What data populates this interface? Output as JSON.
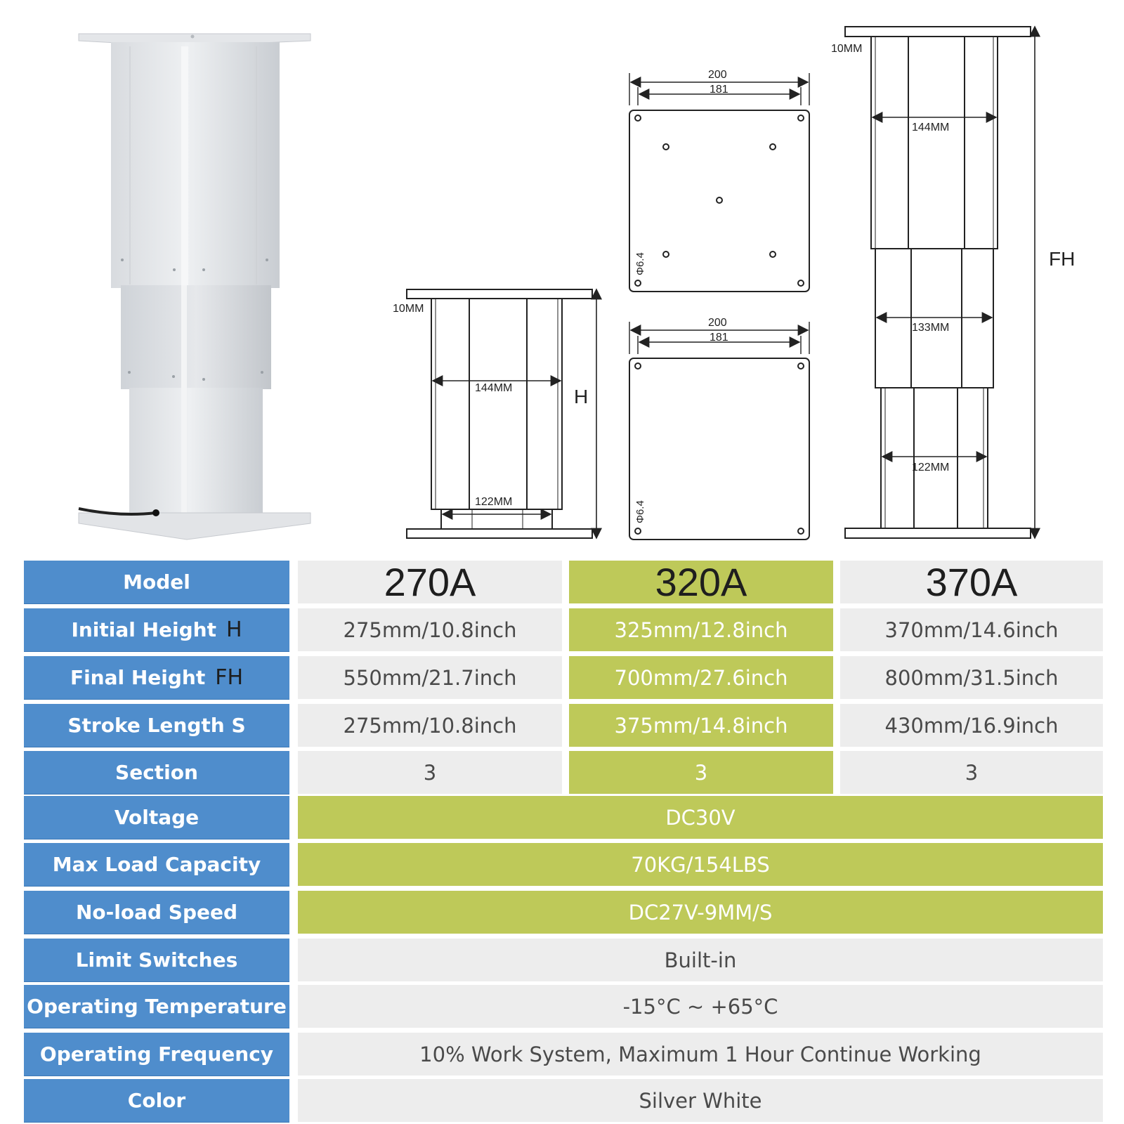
{
  "diagram": {
    "front_small": {
      "top_plate": "10MM",
      "upper_width": "144MM",
      "lower_width": "122MM",
      "height_label": "H"
    },
    "plate_top_view_1": {
      "outer_width": "200",
      "hole_spacing": "181",
      "hole_diameter": "Φ6.4"
    },
    "plate_top_view_2": {
      "outer_width": "200",
      "hole_spacing": "181",
      "hole_diameter": "Φ6.4"
    },
    "front_extended": {
      "top_plate": "10MM",
      "upper_width": "144MM",
      "middle_width": "133MM",
      "lower_width": "122MM",
      "height_label": "FH"
    }
  },
  "table": {
    "rows": [
      {
        "label": "Model",
        "suffix": "",
        "cells": [
          "270A",
          "320A",
          "370A"
        ]
      },
      {
        "label": "Initial Height",
        "suffix": "H",
        "cells": [
          "275mm/10.8inch",
          "325mm/12.8inch",
          "370mm/14.6inch"
        ]
      },
      {
        "label": "Final Height",
        "suffix": "FH",
        "cells": [
          "550mm/21.7inch",
          "700mm/27.6inch",
          "800mm/31.5inch"
        ]
      },
      {
        "label": "Stroke Length S",
        "suffix": "",
        "cells": [
          "275mm/10.8inch",
          "375mm/14.8inch",
          "430mm/16.9inch"
        ]
      },
      {
        "label": "Section",
        "suffix": "",
        "cells": [
          "3",
          "3",
          "3"
        ]
      },
      {
        "label": "Voltage",
        "suffix": "",
        "value": "DC30V"
      },
      {
        "label": "Max Load Capacity",
        "suffix": "",
        "value": "70KG/154LBS"
      },
      {
        "label": "No-load Speed",
        "suffix": "",
        "value": "DC27V-9MM/S"
      },
      {
        "label": "Limit Switches",
        "suffix": "",
        "value": "Built-in"
      },
      {
        "label": "Operating Temperature",
        "suffix": "",
        "value": "-15°C ~ +65°C"
      },
      {
        "label": "Operating Frequency",
        "suffix": "",
        "value": "10% Work System, Maximum 1 Hour Continue Working"
      },
      {
        "label": "Color",
        "suffix": "",
        "value": "Silver White"
      }
    ]
  },
  "colors": {
    "label_blue": "#4f8dcc",
    "highlight_green": "#bec959",
    "cell_gray": "#ededed"
  }
}
